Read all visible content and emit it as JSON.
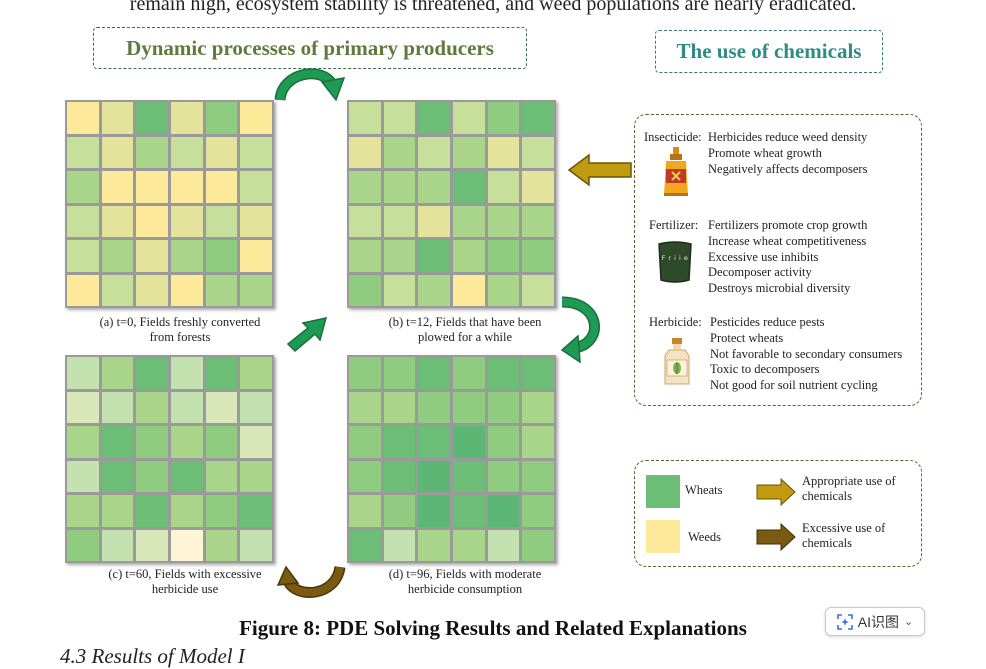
{
  "top_text": "remain high, ecosystem stability is threatened, and weed populations are nearly eradicated.",
  "left_title": "Dynamic processes of primary producers",
  "right_title": "The use of chemicals",
  "colors": {
    "palette": {
      "a": "#fde99a",
      "b": "#e3e39b",
      "c": "#c6df9a",
      "d": "#a9d58a",
      "e": "#8fcc80",
      "f": "#6cbd76",
      "g": "#5db774",
      "h": "#d9e7b8",
      "i": "#c4e2b0"
    },
    "arrow_green": "#1d9a54",
    "arrow_gold": "#c29a0f",
    "arrow_brown": "#7a5a12"
  },
  "grids": [
    {
      "caption_line1": "(a) t=0,  Fields freshly converted",
      "caption_line2": "from forests",
      "cells": [
        [
          "a",
          "b",
          "f",
          "b",
          "e",
          "a"
        ],
        [
          "c",
          "b",
          "d",
          "c",
          "b",
          "c"
        ],
        [
          "d",
          "a",
          "a",
          "a",
          "a",
          "c"
        ],
        [
          "c",
          "b",
          "a",
          "b",
          "c",
          "b"
        ],
        [
          "c",
          "d",
          "b",
          "d",
          "e",
          "a"
        ],
        [
          "a",
          "c",
          "b",
          "a",
          "d",
          "d"
        ]
      ]
    },
    {
      "caption_line1": "(b) t=12,  Fields that have been",
      "caption_line2": "plowed for a while",
      "cells": [
        [
          "c",
          "c",
          "f",
          "c",
          "e",
          "f"
        ],
        [
          "b",
          "d",
          "c",
          "d",
          "b",
          "c"
        ],
        [
          "d",
          "d",
          "d",
          "f",
          "c",
          "b"
        ],
        [
          "c",
          "c",
          "b",
          "d",
          "d",
          "d"
        ],
        [
          "d",
          "d",
          "f",
          "d",
          "e",
          "e"
        ],
        [
          "e",
          "c",
          "d",
          "a",
          "d",
          "c"
        ]
      ]
    },
    {
      "caption_line1": "(c) t=60,  Fields with excessive",
      "caption_line2": "herbicide use",
      "cells": [
        [
          "i",
          "d",
          "f",
          "i",
          "f",
          "d"
        ],
        [
          "h",
          "i",
          "d",
          "i",
          "h",
          "i"
        ],
        [
          "d",
          "f",
          "e",
          "d",
          "e",
          "h"
        ],
        [
          "i",
          "f",
          "e",
          "f",
          "d",
          "d"
        ],
        [
          "d",
          "d",
          "f",
          "d",
          "e",
          "f"
        ],
        [
          "e",
          "i",
          "h",
          "#fdf5d6",
          "d",
          "i"
        ]
      ]
    },
    {
      "caption_line1": "(d) t=96,  Fields with moderate",
      "caption_line2": "herbicide consumption",
      "cells": [
        [
          "e",
          "e",
          "f",
          "e",
          "f",
          "f"
        ],
        [
          "d",
          "d",
          "e",
          "e",
          "e",
          "d"
        ],
        [
          "e",
          "f",
          "f",
          "g",
          "e",
          "d"
        ],
        [
          "e",
          "f",
          "g",
          "f",
          "e",
          "e"
        ],
        [
          "d",
          "e",
          "g",
          "f",
          "g",
          "e"
        ],
        [
          "f",
          "i",
          "d",
          "d",
          "i",
          "e"
        ]
      ]
    }
  ],
  "chemicals": [
    {
      "label": "Insecticide:",
      "icon": "spray-bottle-icon",
      "lines": [
        "Herbicides reduce weed density",
        "Promote wheat growth",
        "Negatively affects decomposers"
      ]
    },
    {
      "label": "Fertilizer:",
      "icon": "fertilizer-bag-icon",
      "bag_text": "F r i i e",
      "lines": [
        "Fertilizers promote crop growth",
        "Increase wheat competitiveness",
        "Excessive use inhibits",
        "Decomposer activity",
        "Destroys microbial diversity"
      ]
    },
    {
      "label": "Herbicide:",
      "icon": "herbicide-bottle-icon",
      "lines": [
        "Pesticides reduce pests",
        "Protect wheats",
        "Not favorable to secondary consumers",
        "Toxic to decomposers",
        "Not good for soil nutrient cycling"
      ]
    }
  ],
  "legend": {
    "wheats": "Wheats",
    "weeds": "Weeds",
    "appropriate_line1": "Appropriate use of",
    "appropriate_line2": "chemicals",
    "excessive_line1": "Excessive use of",
    "excessive_line2": "chemicals"
  },
  "figure_caption": "Figure 8: PDE Solving Results and Related Explanations",
  "bottom_cut_text": "4.3 Results of Model I",
  "ai_button_label": "AI识图"
}
